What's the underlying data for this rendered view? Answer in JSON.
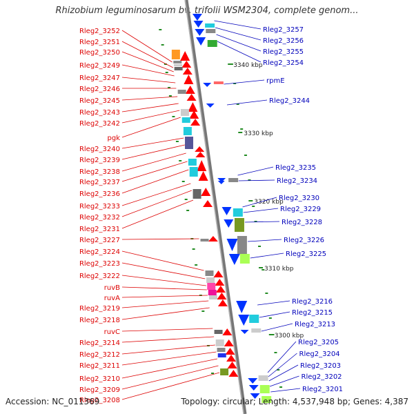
{
  "title": "Rhizobium leguminosarum bv. trifolii WSM2304, complete genom...",
  "accession": "Accession: NC_011369",
  "topology": "Topology: circular; Length: 4,537,948 bp; Genes: 4,387",
  "colors": {
    "left_label": "#dd0000",
    "right_label": "#0000bb",
    "backbone": "#888888",
    "forward_arrow": "#ff0000",
    "reverse_arrow": "#0033ff",
    "tick": "#228b22"
  },
  "kbp_marks": [
    "3340 kbp",
    "3330 kbp",
    "3320 kbp",
    "3310 kbp",
    "3300 kbp"
  ],
  "left_labels": [
    "Rleg2_3252",
    "Rleg2_3251",
    "Rleg2_3250",
    "Rleg2_3249",
    "Rleg2_3247",
    "Rleg2_3246",
    "Rleg2_3245",
    "Rleg2_3243",
    "Rleg2_3242",
    "pgk",
    "Rleg2_3240",
    "Rleg2_3239",
    "Rleg2_3238",
    "Rleg2_3237",
    "Rleg2_3236",
    "Rleg2_3233",
    "Rleg2_3232",
    "Rleg2_3231",
    "Rleg2_3227",
    "Rleg2_3224",
    "Rleg2_3223",
    "Rleg2_3222",
    "ruvB",
    "ruvA",
    "Rleg2_3219",
    "Rleg2_3218",
    "ruvC",
    "Rleg2_3214",
    "Rleg2_3212",
    "Rleg2_3211",
    "Rleg2_3210",
    "Rleg2_3209",
    "Rleg2_3208"
  ],
  "right_labels": [
    "Rleg2_3257",
    "Rleg2_3256",
    "Rleg2_3255",
    "Rleg2_3254",
    "rpmE",
    "Rleg2_3244",
    "Rleg2_3235",
    "Rleg2_3234",
    "Rleg2_3230",
    "Rleg2_3229",
    "Rleg2_3228",
    "Rleg2_3226",
    "Rleg2_3225",
    "Rleg2_3216",
    "Rleg2_3215",
    "Rleg2_3213",
    "Rleg2_3205",
    "Rleg2_3204",
    "Rleg2_3203",
    "Rleg2_3202",
    "Rleg2_3201"
  ],
  "feature_colors": {
    "orange": "#ff9922",
    "gray": "#888888",
    "lightgray": "#cccccc",
    "darkgray": "#666666",
    "cyan": "#22ccdd",
    "slate": "#555599",
    "green": "#33aa33",
    "olive": "#779922",
    "lime": "#aaff55",
    "pink": "#ff44aa",
    "magenta": "#ee1199",
    "blue": "#2233ee"
  }
}
